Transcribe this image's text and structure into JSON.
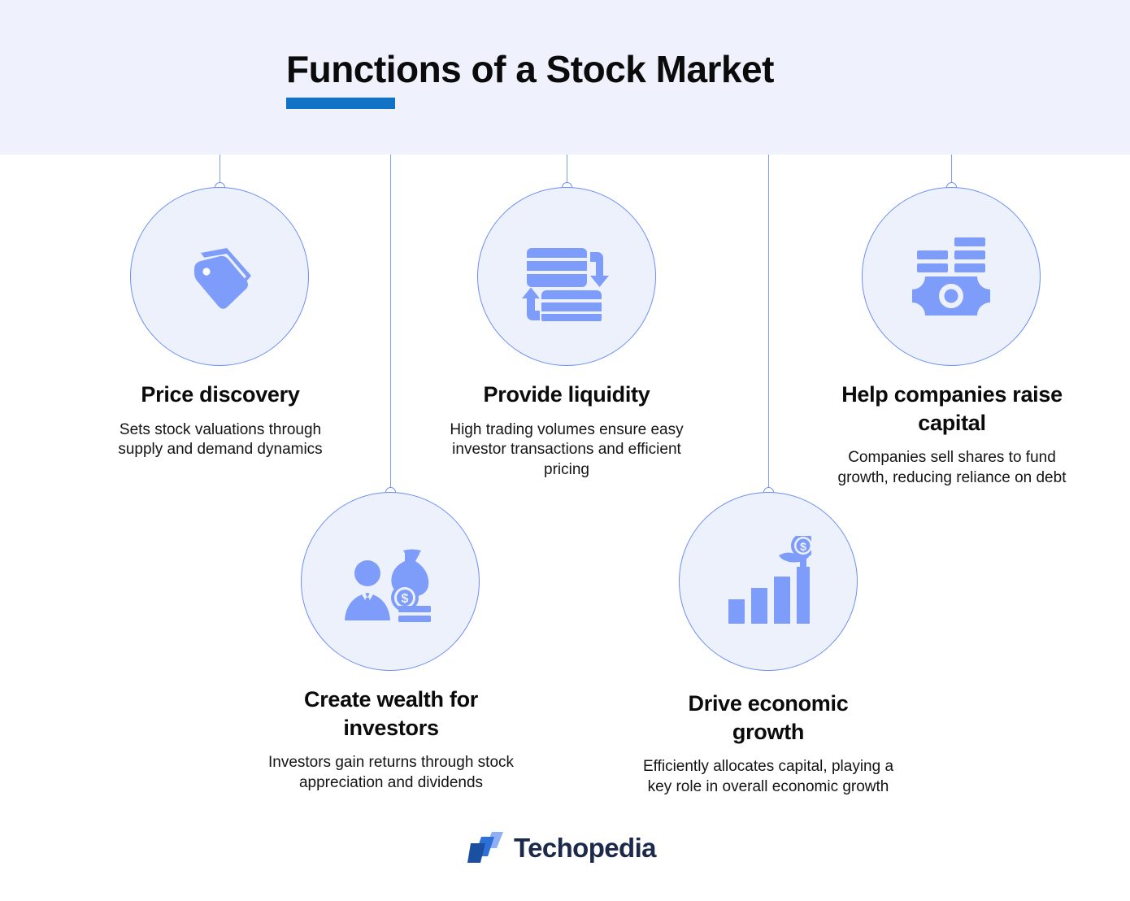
{
  "header": {
    "title": "Functions of a Stock Market",
    "accent_color": "#1273c6",
    "background_color": "#eff2fd"
  },
  "theme": {
    "icon_blue": "#7e9dfa",
    "circle_fill": "#edf1fb",
    "circle_border": "#6d8ff5",
    "text_color": "#0b0b0b"
  },
  "items": [
    {
      "id": "price-discovery",
      "title": "Price discovery",
      "description": "Sets stock valuations through supply and demand dynamics",
      "icon": "price-tag-icon"
    },
    {
      "id": "provide-liquidity",
      "title": "Provide liquidity",
      "description": "High trading volumes ensure easy investor transactions and efficient pricing",
      "icon": "exchange-stacks-icon"
    },
    {
      "id": "help-companies-raise-capital",
      "title": "Help companies raise capital",
      "description": "Companies sell shares to fund growth, reducing reliance on debt",
      "icon": "banknote-coins-icon"
    },
    {
      "id": "create-wealth-for-investors",
      "title": "Create wealth for investors",
      "description": "Investors gain returns through stock appreciation and dividends",
      "icon": "investor-money-bag-icon"
    },
    {
      "id": "drive-economic-growth",
      "title": "Drive economic growth",
      "description": "Efficiently allocates capital, playing a key role in overall economic growth",
      "icon": "growth-chart-plant-icon"
    }
  ],
  "footer": {
    "brand": "Techopedia",
    "logo_colors": [
      "#1b4fa0",
      "#2f6fd8",
      "#8fb0f5"
    ],
    "brand_color": "#1b2a4a"
  }
}
